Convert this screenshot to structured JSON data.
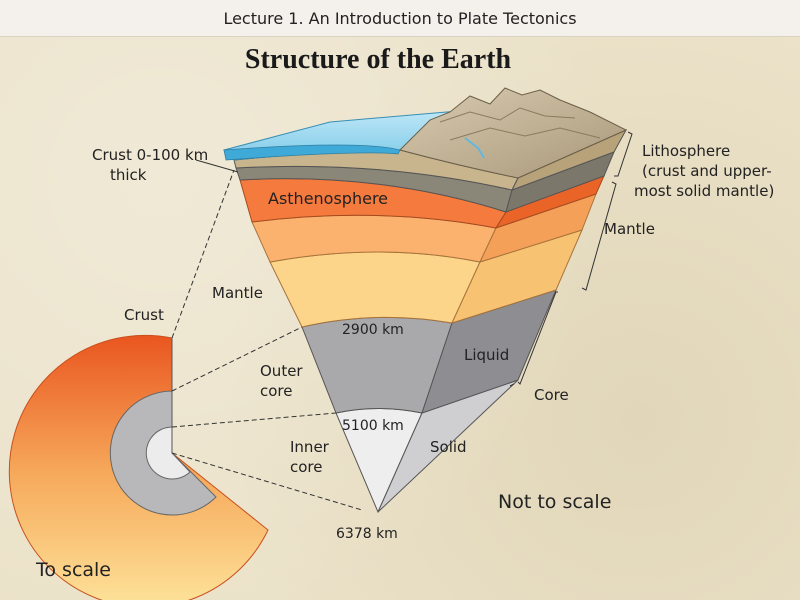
{
  "header": {
    "title": "Lecture 1. An Introduction to Plate Tectonics"
  },
  "diagram": {
    "title": "Structure of the Earth",
    "labels": {
      "crust_thickness_line1": "Crust 0-100 km",
      "crust_thickness_line2": "thick",
      "lithosphere_line1": "Lithosphere",
      "lithosphere_line2": "(crust and upper-",
      "lithosphere_line3": "most solid mantle)",
      "asthenosphere": "Asthenosphere",
      "mantle_right": "Mantle",
      "mantle_left": "Mantle",
      "crust_small": "Crust",
      "depth_2900": "2900 km",
      "liquid": "Liquid",
      "outer_core_line1": "Outer",
      "outer_core_line2": "core",
      "core_right": "Core",
      "depth_5100": "5100 km",
      "solid": "Solid",
      "inner_core_line1": "Inner",
      "inner_core_line2": "core",
      "depth_6378": "6378 km",
      "not_to_scale": "Not to scale",
      "to_scale": "To scale"
    }
  }
}
